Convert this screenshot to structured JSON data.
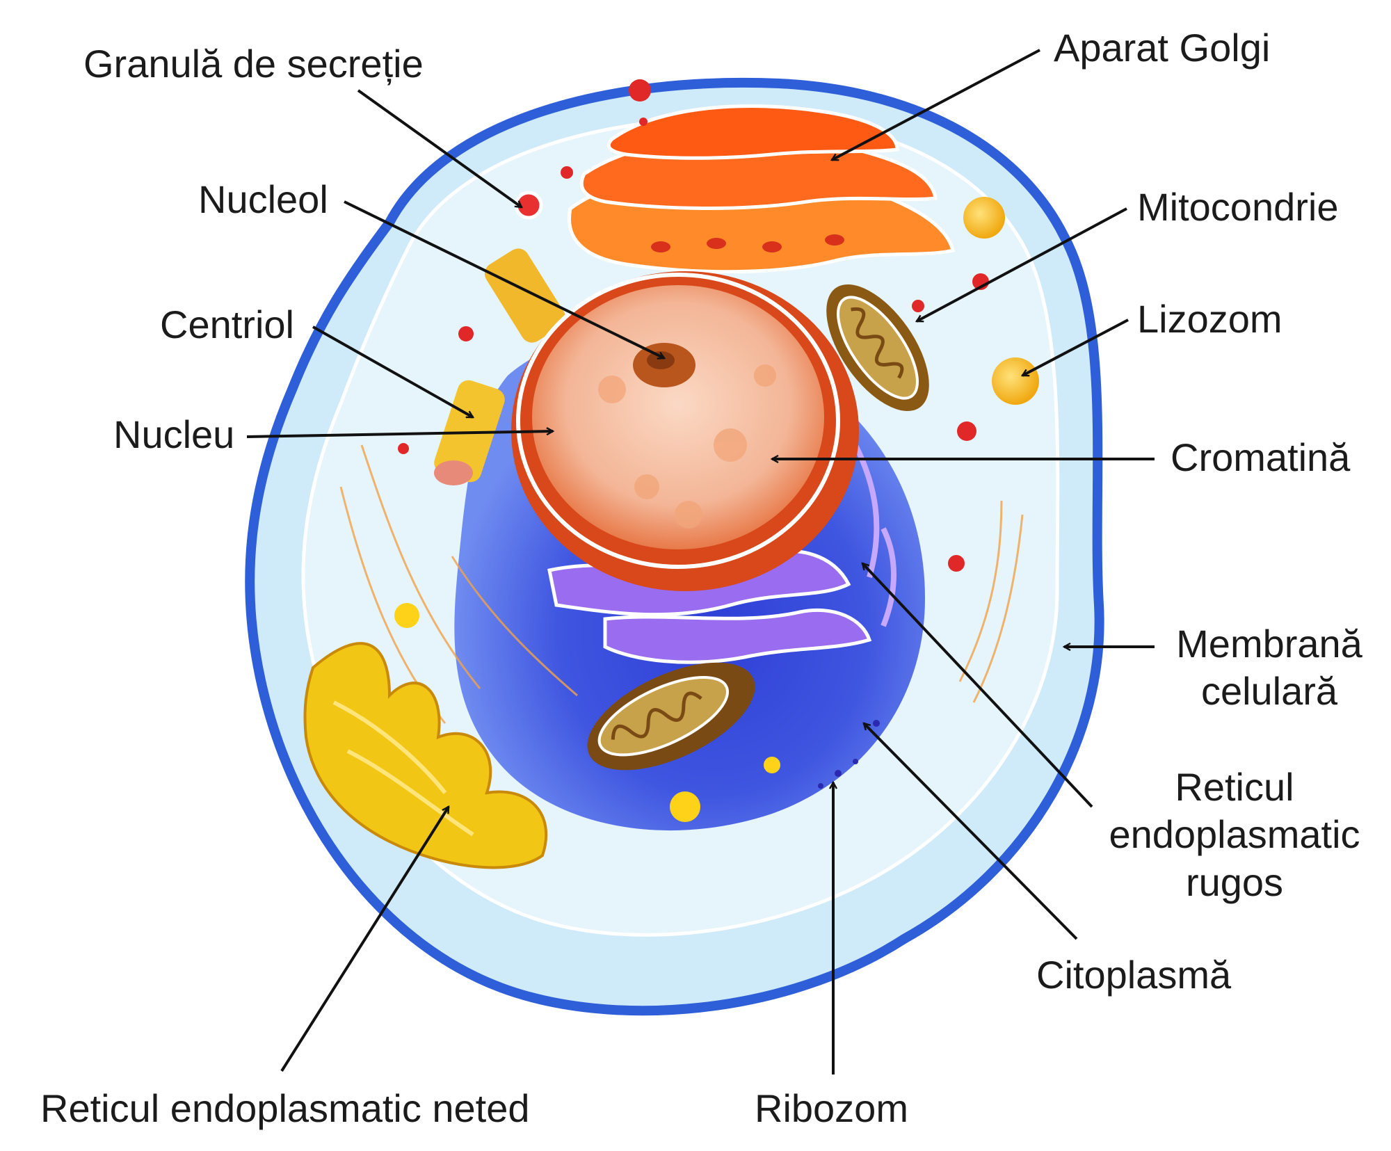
{
  "diagram": {
    "labels": {
      "granula": "Granulă de secreție",
      "nucleol": "Nucleol",
      "centriol": "Centriol",
      "nucleu": "Nucleu",
      "aparat_golgi": "Aparat Golgi",
      "mitocondrie": "Mitocondrie",
      "lizozom": "Lizozom",
      "cromatina": "Cromatină",
      "membrana_1": "Membrană",
      "membrana_2": "celulară",
      "rer_1": "Reticul",
      "rer_2": "endoplasmatic",
      "rer_3": "rugos",
      "citoplasma": "Citoplasmă",
      "ribozom": "Ribozom",
      "ser": "Reticul endoplasmatic neted"
    },
    "colors": {
      "membrane": "#cfeaf8",
      "cytoplasm": "#3f56e0",
      "cytoplasm_light": "#e6f4fb",
      "nucleus": "#f0a98a",
      "nucleus_envelope": "#e05a1e",
      "golgi": "#ff7a1e",
      "mitochondrion": "#7a4a14",
      "smooth_er": "#f2c615",
      "rough_er": "#9a6cf0",
      "granule": "#e02828",
      "lysosome": "#ffc21a",
      "arrow": "#111111"
    }
  }
}
